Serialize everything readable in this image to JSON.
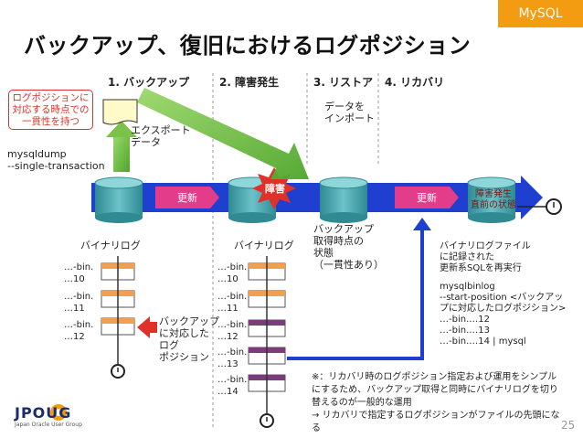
{
  "badge": "MySQL",
  "title": "バックアップ、復旧におけるログポジション",
  "phases": [
    "1. バックアップ",
    "2. 障害発生",
    "3. リストア",
    "4. リカバリ"
  ],
  "callout": [
    "ログポジションに",
    "対応する時点での",
    "一貫性を持つ"
  ],
  "backup_command": [
    "mysqldump",
    "--single-transaction"
  ],
  "export_label": [
    "エクスポート",
    "データ"
  ],
  "import_label": [
    "データを",
    "インポート"
  ],
  "update_label": "更新",
  "failure_label": "障害",
  "failure_state_label": [
    "障害発生",
    "直前の状態"
  ],
  "binary_log_label": "バイナリログ",
  "backup_state_label": [
    "バックアップ",
    "取得時点の",
    "状態",
    "（一貫性あり）"
  ],
  "left_logs": [
    [
      "…-bin.",
      "…10"
    ],
    [
      "…-bin.",
      "…11"
    ],
    [
      "…-bin.",
      "…12"
    ]
  ],
  "mid_logs": [
    [
      "…-bin.",
      "…10"
    ],
    [
      "…-bin.",
      "…11"
    ],
    [
      "…-bin.",
      "…12"
    ],
    [
      "…-bin.",
      "…13"
    ],
    [
      "…-bin.",
      "…14"
    ]
  ],
  "position_label": [
    "バックアップ",
    "に対応した",
    "ログ",
    "ポジション"
  ],
  "replay_label": [
    "バイナリログファイル",
    "に記録された",
    "更新系SQLを再実行"
  ],
  "binlog_command": [
    "mysqlbinlog",
    "--start-position <バックアッ",
    "プに対応したログポジション>",
    "…-bin.…12",
    "…-bin.…13",
    "…-bin.…14 | mysql"
  ],
  "footnote": [
    "※：リカバリ時のログポジション指定および運用をシンプル",
    "にするため、バックアップ取得と同時にバイナリログを切り",
    "替えるのが一般的な運用",
    "→ リカバリで指定するログポジションがファイルの先頭にな",
    "る"
  ],
  "logo": {
    "name": "JPOUG",
    "tagline": "Japan Oracle User Group"
  },
  "page_number": "25",
  "colors": {
    "accent": "#f39c12",
    "arrow_blue": "#1f3fd0",
    "arrow_green": "#6abf3c",
    "db_teal": "#49a6ad",
    "red": "#e0302a",
    "log_orange": "#f0a050",
    "log_purple": "#7b3c7b"
  }
}
